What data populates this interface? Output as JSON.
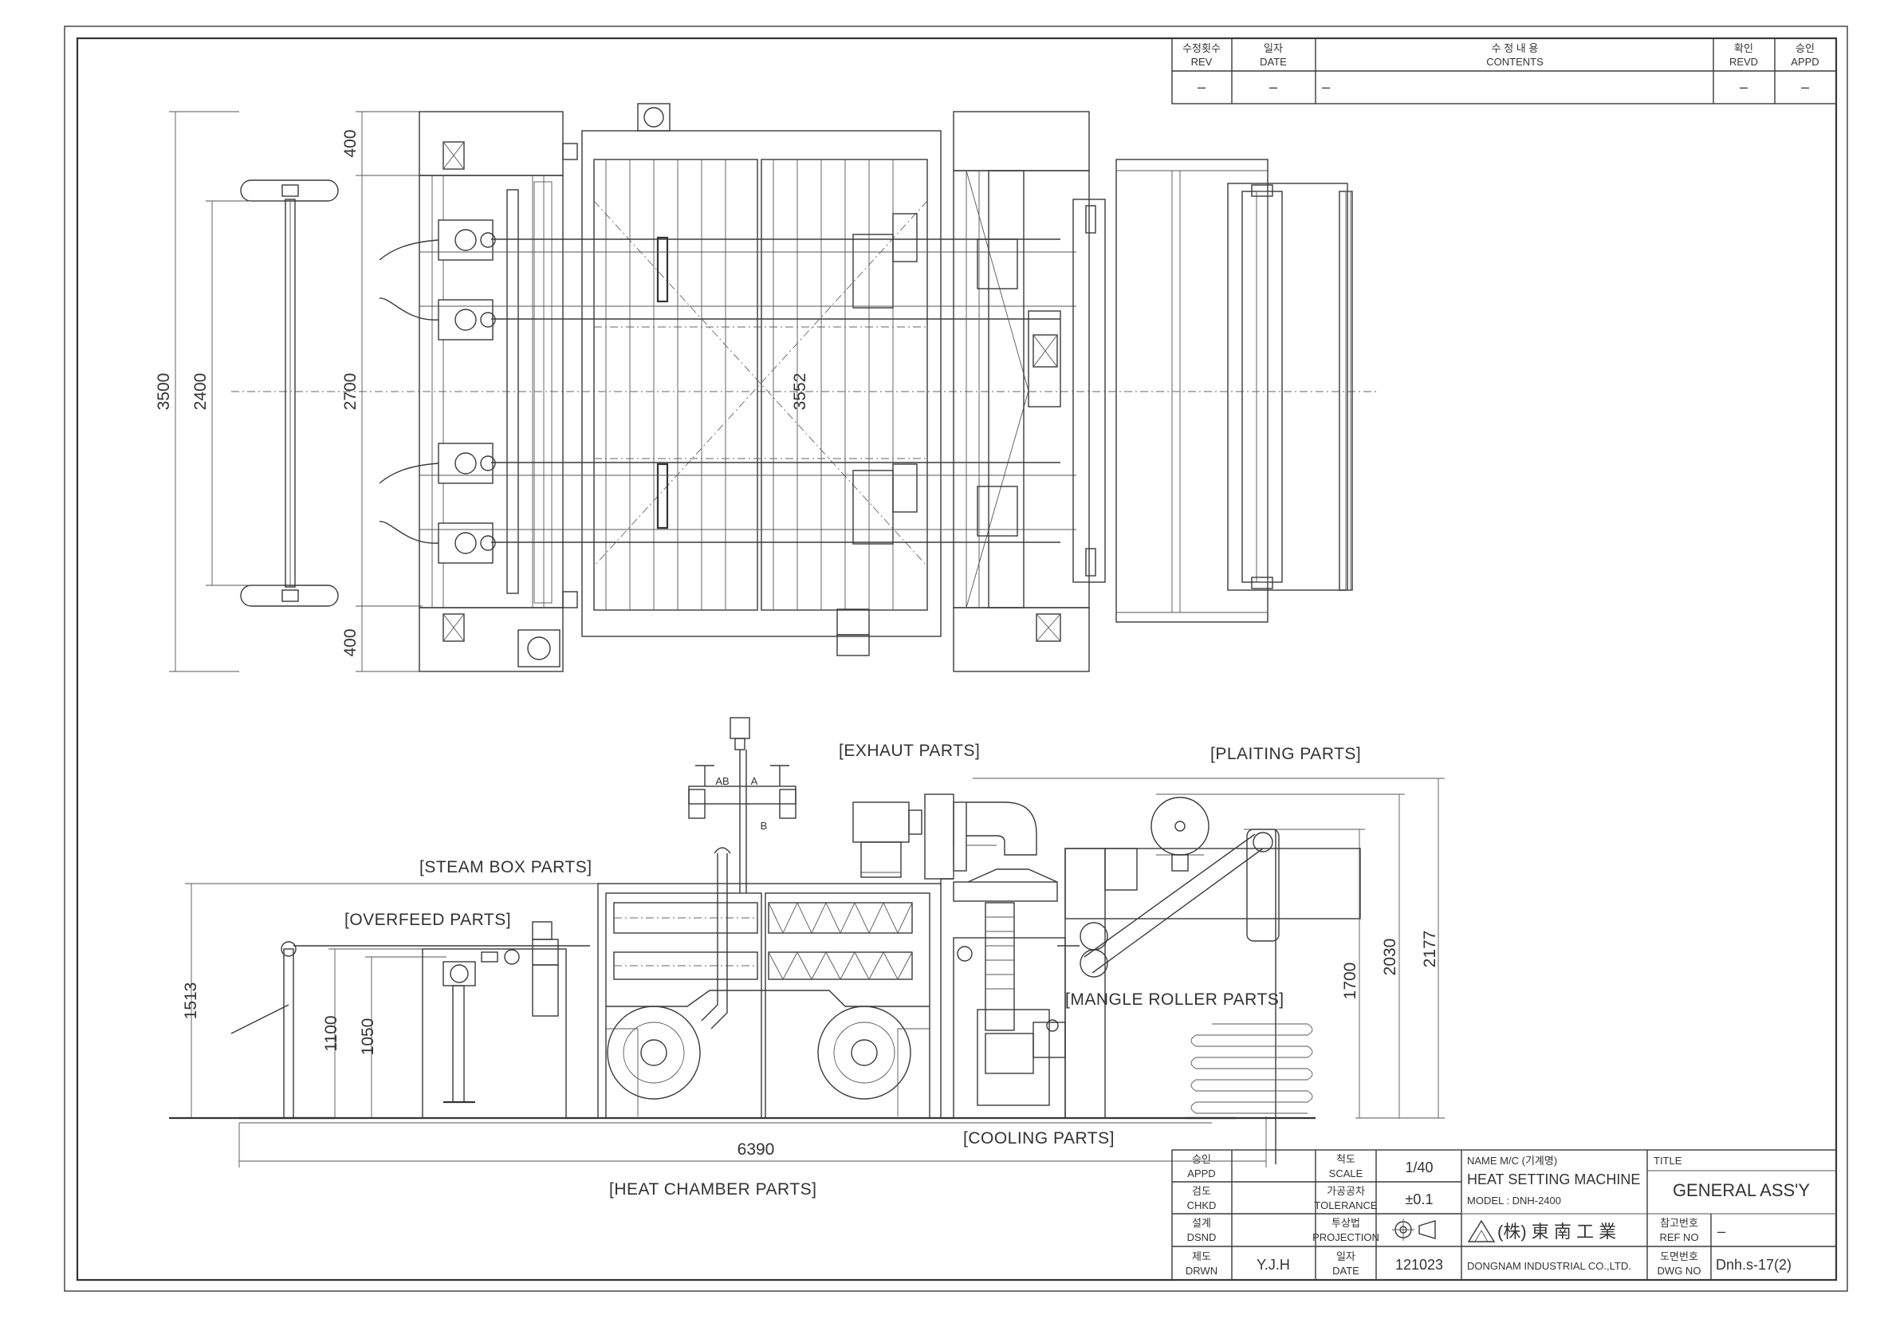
{
  "revision_table": {
    "headers": [
      {
        "ko": "수정횟수",
        "en": "REV"
      },
      {
        "ko": "일자",
        "en": "DATE"
      },
      {
        "ko": "수 정 내 용",
        "en": "CONTENTS"
      },
      {
        "ko": "확인",
        "en": "REVD"
      },
      {
        "ko": "승인",
        "en": "APPD"
      }
    ],
    "row": [
      "–",
      "–",
      "–",
      "–",
      "–"
    ]
  },
  "plan_dimensions": {
    "overall_width": "3500",
    "roller_width": "2400",
    "frame_width": "2700",
    "top_margin": "400",
    "bottom_margin": "400",
    "chamber_width": "3552"
  },
  "elevation_dimensions": {
    "steam_box_height": "1513",
    "overfeed_height_a": "1100",
    "overfeed_height_b": "1050",
    "plaiting_height_a": "1700",
    "plaiting_height_b": "2030",
    "overall_height": "2177",
    "overall_length": "6390"
  },
  "valve_labels": {
    "ab": "AB",
    "a": "A",
    "b": "B"
  },
  "part_labels": {
    "exhaust": "[EXHAUT PARTS]",
    "plaiting": "[PLAITING PARTS]",
    "steam_box": "[STEAM BOX PARTS]",
    "overfeed": "[OVERFEED PARTS]",
    "mangle_roller": "[MANGLE ROLLER PARTS]",
    "cooling": "[COOLING PARTS]",
    "heat_chamber": "[HEAT CHAMBER PARTS]"
  },
  "title_block": {
    "appd_ko": "승인",
    "appd_en": "APPD",
    "chkd_ko": "검도",
    "chkd_en": "CHKD",
    "dsnd_ko": "설계",
    "dsnd_en": "DSND",
    "drwn_ko": "제도",
    "drwn_en": "DRWN",
    "drwn_value": "Y.J.H",
    "scale_ko": "척도",
    "scale_en": "SCALE",
    "scale_value": "1/40",
    "tolerance_ko": "가공공차",
    "tolerance_en": "TOLERANCE",
    "tolerance_value": "±0.1",
    "projection_ko": "투상법",
    "projection_en": "PROJECTION",
    "date_ko": "일자",
    "date_en": "DATE",
    "date_value": "121023",
    "name_label": "NAME M/C (기계명)",
    "machine_name": "HEAT SETTING MACHINE",
    "model": "MODEL : DNH-2400",
    "company_ko": "(株) 東 南 工 業",
    "company_en": "DONGNAM INDUSTRIAL CO.,LTD.",
    "title_label": "TITLE",
    "title_value": "GENERAL ASS'Y",
    "ref_no_ko": "참고번호",
    "ref_no_en": "REF NO",
    "ref_no_value": "–",
    "dwg_no_ko": "도면번호",
    "dwg_no_en": "DWG NO",
    "dwg_no_value": "Dnh.s-17(2)"
  }
}
